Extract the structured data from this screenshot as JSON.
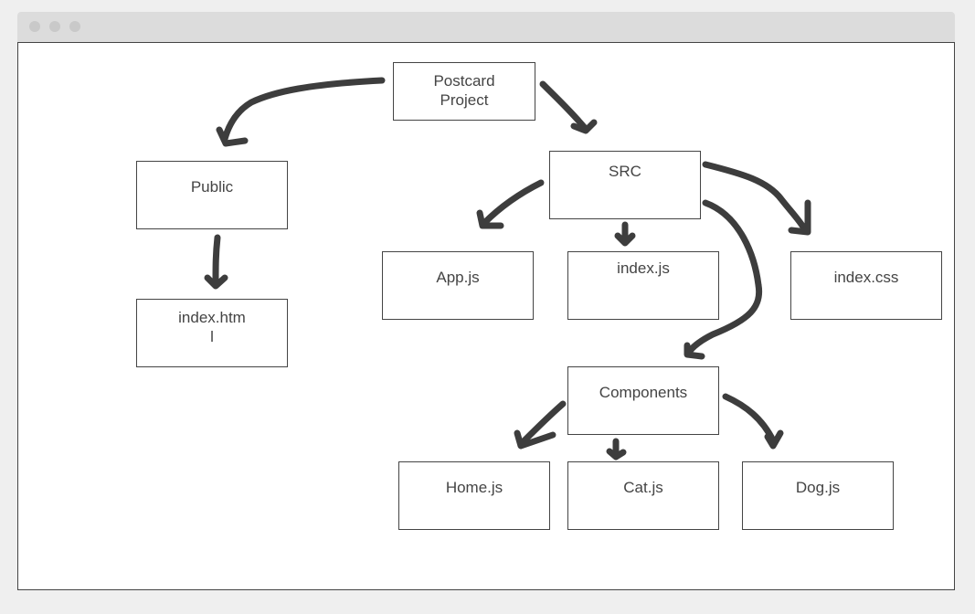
{
  "diagram": {
    "nodes": {
      "postcard_project": "Postcard\nProject",
      "public": "Public",
      "index_html": "index.htm\nl",
      "src": "SRC",
      "app_js": "App.js",
      "index_js": "index.js",
      "index_css": "index.css",
      "components": "Components",
      "home_js": "Home.js",
      "cat_js": "Cat.js",
      "dog_js": "Dog.js"
    }
  },
  "colors": {
    "stroke": "#3d3d3d",
    "box_border": "#444444",
    "text": "#444444"
  }
}
